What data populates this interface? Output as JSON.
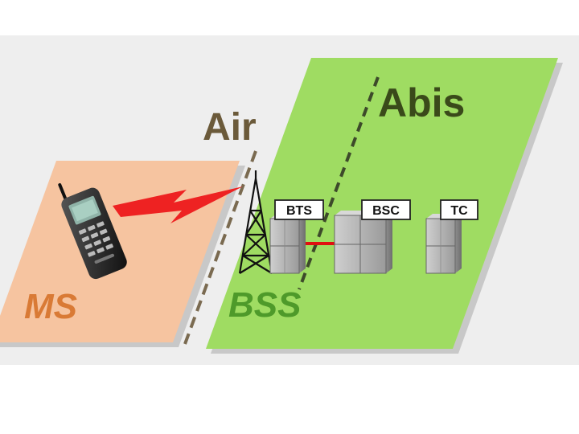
{
  "colors": {
    "panel_background": "#eeeeee",
    "ms_fill": "#f6c4a0",
    "bss_fill": "#9fdc62",
    "ms_label": "#d97a35",
    "bss_label": "#4e9a2a",
    "interface_label": "#6b5a3a",
    "abis_label": "#3a4a1a",
    "radio_link": "#ee2222",
    "bts_bsc_link": "#e01010",
    "equipment": "#a8a8a8"
  },
  "labels": {
    "ms": "MS",
    "bss": "BSS",
    "air": "Air",
    "abis": "Abis",
    "bts": "BTS",
    "bsc": "BSC",
    "tc": "TC"
  },
  "icons": [
    "mobile-phone-icon",
    "lightning-bolt-icon",
    "antenna-tower-icon",
    "equipment-rack-icon"
  ]
}
